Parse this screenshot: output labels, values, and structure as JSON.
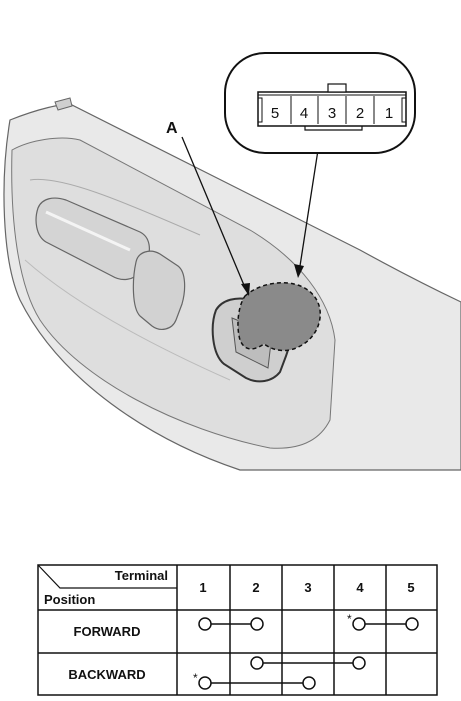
{
  "connector": {
    "callout_label": "A",
    "terminals_left_to_right": [
      "5",
      "4",
      "3",
      "2",
      "1"
    ]
  },
  "table": {
    "header_top_label": "Terminal",
    "header_bottom_label": "Position",
    "terminal_columns": [
      "1",
      "2",
      "3",
      "4",
      "5"
    ],
    "rows": [
      {
        "label": "FORWARD",
        "connections": [
          {
            "from": "1",
            "to": "2",
            "asterisk": false
          },
          {
            "from": "4",
            "to": "5",
            "asterisk": true
          }
        ]
      },
      {
        "label": "BACKWARD",
        "connections": [
          {
            "from": "2",
            "to": "4",
            "asterisk": false
          },
          {
            "from": "1",
            "to": "3",
            "asterisk": true
          }
        ]
      }
    ],
    "asterisk_symbol": "*"
  }
}
